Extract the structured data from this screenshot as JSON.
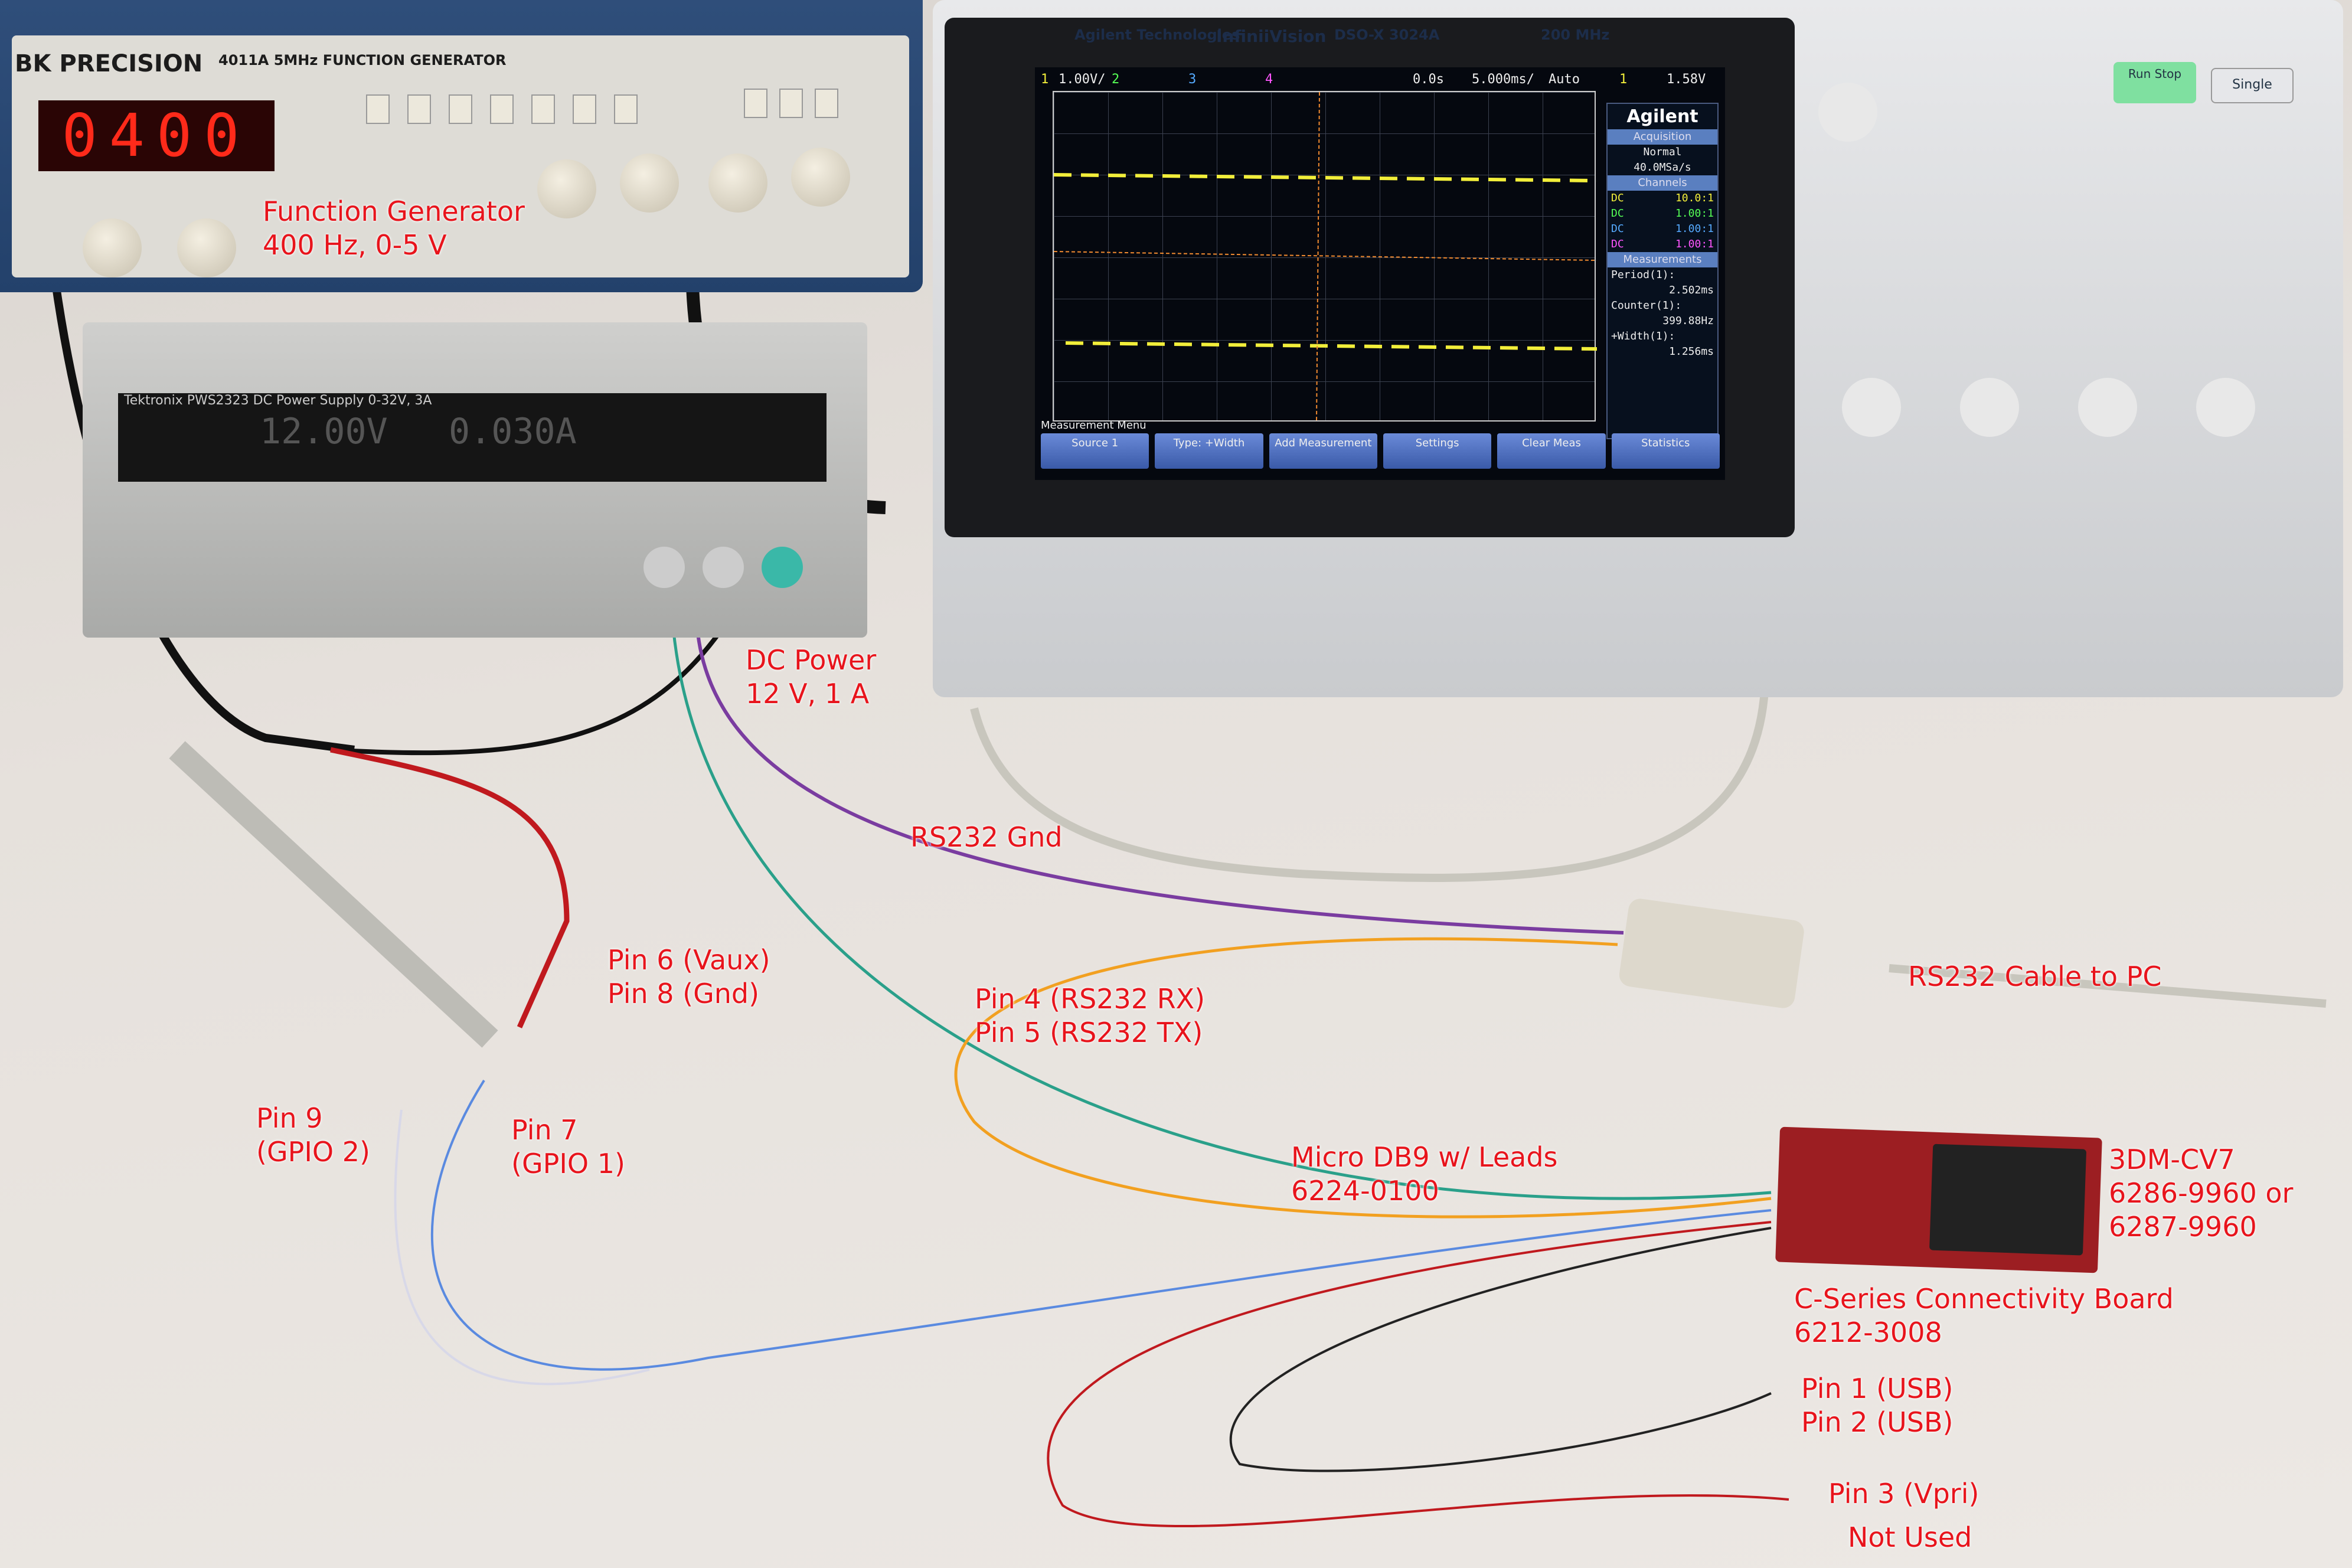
{
  "function_generator": {
    "brand": "BK PRECISION",
    "model": "4011A  5MHz FUNCTION GENERATOR",
    "display": "0400"
  },
  "power_supply": {
    "model": "Tektronix PWS2323 DC Power Supply 0-32V, 3A",
    "voltage": "12.00V",
    "current": "0.030A"
  },
  "oscilloscope": {
    "brand": "Agilent Technologies",
    "series": "InfiniiVision",
    "model": "DSO-X 3024A",
    "bandwidth": "200 MHz",
    "screen": {
      "top_bar": [
        "1",
        "1.00V/",
        "2",
        "3",
        "4",
        "0.0s",
        "5.000ms/",
        "Auto",
        "1",
        "1.58V"
      ],
      "logo": "Agilent",
      "acquisition": {
        "title": "Acquisition",
        "mode": "Normal",
        "rate": "40.0MSa/s"
      },
      "channels": {
        "title": "Channels",
        "rows": [
          [
            "DC",
            "10.0:1"
          ],
          [
            "DC",
            "1.00:1"
          ],
          [
            "DC",
            "1.00:1"
          ],
          [
            "DC",
            "1.00:1"
          ]
        ]
      },
      "measurements": {
        "title": "Measurements",
        "period_label": "Period(1):",
        "period": "2.502ms",
        "counter_label": "Counter(1):",
        "counter": "399.88Hz",
        "width_label": "+Width(1):",
        "width": "1.256ms"
      },
      "menu_title": "Measurement Menu",
      "softkeys": [
        "Source 1",
        "Type: +Width",
        "Add Measurement",
        "Settings",
        "Clear Meas",
        "Statistics"
      ]
    },
    "buttons": {
      "run_stop": "Run Stop",
      "single": "Single"
    }
  },
  "annotations": {
    "function_generator": [
      "Function Generator",
      "400 Hz, 0-5 V"
    ],
    "dc_power": [
      "DC Power",
      "12 V, 1 A"
    ],
    "rs232_gnd": "RS232 Gnd",
    "rs232_cable": "RS232 Cable to PC",
    "pin6_pin8": [
      "Pin 6 (Vaux)",
      "Pin 8 (Gnd)"
    ],
    "pin4_pin5": [
      "Pin 4 (RS232 RX)",
      "Pin 5 (RS232 TX)"
    ],
    "pin9": [
      "Pin 9",
      "(GPIO 2)"
    ],
    "pin7": [
      "Pin 7",
      "(GPIO 1)"
    ],
    "micro_db9": [
      "Micro DB9 w/ Leads",
      "6224-0100"
    ],
    "sensor": [
      "3DM-CV7",
      "6286-9960 or",
      "6287-9960"
    ],
    "board": [
      "C-Series Connectivity Board",
      "6212-3008"
    ],
    "pin1_pin2": [
      "Pin 1 (USB)",
      "Pin 2 (USB)"
    ],
    "pin3": "Pin 3 (Vpri)",
    "not_used": "Not Used"
  },
  "colors": {
    "label": "#e8141c",
    "trace": "#f2ee3a"
  }
}
